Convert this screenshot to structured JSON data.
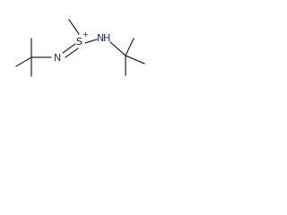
{
  "structure": {
    "atoms": {
      "sulfur": "S",
      "sulfur_charge": "+",
      "imine_nitrogen": "N",
      "amine_nitrogen": "N",
      "amine_hydrogen": "H"
    },
    "colors": {
      "bond": "#2b2b2b",
      "sulfur": "#222200",
      "nitrogen": "#1f2f6f",
      "background": "#ffffff"
    }
  }
}
